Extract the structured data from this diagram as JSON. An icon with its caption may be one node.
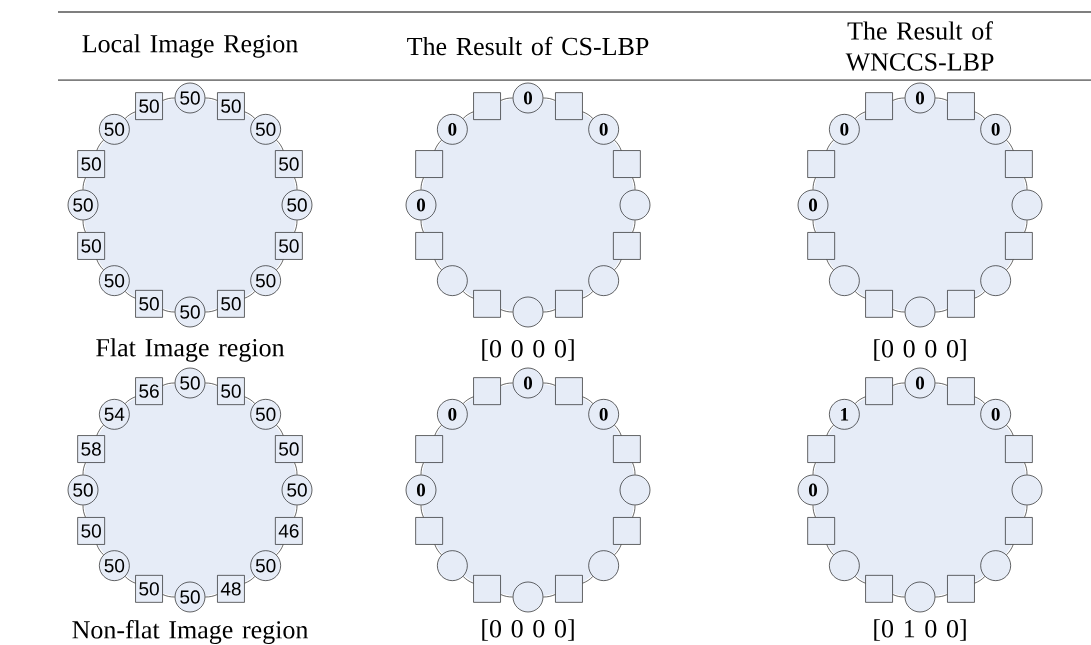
{
  "diagram": {
    "nodes": [
      {
        "text": [
          "50"
        ]
      },
      {
        "text": [
          "50"
        ]
      },
      {
        "text": [
          "50"
        ]
      },
      {
        "text": [
          "50"
        ]
      },
      {
        "text": [
          "50"
        ]
      },
      {
        "text": [
          "50"
        ]
      },
      {
        "text": [
          "50"
        ]
      },
      {
        "text": [
          "50"
        ]
      },
      {
        "text": [
          "50"
        ]
      },
      {
        "text": [
          "50"
        ]
      },
      {
        "text": [
          "50"
        ]
      },
      {
        "text": [
          "50"
        ]
      },
      {
        "text": [
          "50"
        ]
      },
      {
        "text": [
          "50"
        ]
      },
      {
        "text": [
          "50"
        ]
      },
      {
        "text": [
          "50"
        ]
      },
      {
        "text": [
          "0"
        ]
      },
      {
        "text": [],
        "shape": "box"
      },
      {
        "text": [
          "0"
        ]
      },
      {
        "text": [],
        "shape": "box"
      },
      {
        "text": [],
        "shape": "circle"
      },
      {
        "text": [],
        "shape": "box"
      },
      {
        "text": [],
        "shape": "circle"
      },
      {
        "text": [],
        "shape": "box"
      },
      {
        "text": [],
        "shape": "circle"
      },
      {
        "text": [],
        "shape": "box"
      },
      {
        "text": [],
        "shape": "circle"
      },
      {
        "text": [],
        "shape": "box"
      },
      {
        "text": [
          "0"
        ]
      },
      {
        "text": [],
        "shape": "box"
      },
      {
        "text": [
          "0"
        ]
      },
      {
        "text": [],
        "shape": "box"
      },
      {
        "text": [
          "0"
        ]
      },
      {
        "text": [],
        "shape": "box"
      },
      {
        "text": [
          "0"
        ]
      },
      {
        "text": [],
        "shape": "box"
      },
      {
        "text": [],
        "shape": "circle"
      },
      {
        "text": [],
        "shape": "box"
      },
      {
        "text": [],
        "shape": "circle"
      },
      {
        "text": [],
        "shape": "box"
      },
      {
        "text": [],
        "shape": "circle"
      },
      {
        "text": [],
        "shape": "box"
      },
      {
        "text": [],
        "shape": "circle"
      },
      {
        "text": [],
        "shape": "box"
      },
      {
        "text": [
          "0"
        ]
      },
      {
        "text": [],
        "shape": "box"
      },
      {
        "text": [
          "0"
        ]
      },
      {
        "text": [],
        "shape": "box"
      },
      {
        "text": [
          "50"
        ]
      },
      {
        "text": [
          "50"
        ]
      },
      {
        "text": [
          "50"
        ]
      },
      {
        "text": [
          "50"
        ]
      },
      {
        "text": [
          "50"
        ]
      },
      {
        "text": [
          "46"
        ]
      },
      {
        "text": [
          "50"
        ]
      },
      {
        "text": [
          "48"
        ]
      },
      {
        "text": [
          "50"
        ]
      },
      {
        "text": [
          "50"
        ]
      },
      {
        "text": [
          "50"
        ]
      },
      {
        "text": [
          "50"
        ]
      },
      {
        "text": [
          "50"
        ]
      },
      {
        "text": [
          "58"
        ]
      },
      {
        "text": [
          "54"
        ]
      },
      {
        "text": [
          "56"
        ]
      },
      {
        "text": [
          "0"
        ]
      },
      {
        "text": [],
        "shape": "box"
      },
      {
        "text": [
          "0"
        ]
      },
      {
        "text": [],
        "shape": "box"
      },
      {
        "text": [],
        "shape": "circle"
      },
      {
        "text": [],
        "shape": "box"
      },
      {
        "text": [],
        "shape": "circle"
      },
      {
        "text": [],
        "shape": "box"
      },
      {
        "text": [],
        "shape": "circle"
      },
      {
        "text": [],
        "shape": "box"
      },
      {
        "text": [],
        "shape": "circle"
      },
      {
        "text": [],
        "shape": "box"
      },
      {
        "text": [
          "0"
        ]
      },
      {
        "text": [],
        "shape": "box"
      },
      {
        "text": [
          "0"
        ]
      },
      {
        "text": [],
        "shape": "box"
      },
      {
        "text": [
          "0"
        ]
      },
      {
        "text": [],
        "shape": "box"
      },
      {
        "text": [
          "0"
        ]
      },
      {
        "text": [],
        "shape": "box"
      },
      {
        "text": [],
        "shape": "circle"
      },
      {
        "text": [],
        "shape": "box"
      },
      {
        "text": [],
        "shape": "circle"
      },
      {
        "text": [],
        "shape": "box"
      },
      {
        "text": [],
        "shape": "circle"
      },
      {
        "text": [],
        "shape": "box"
      },
      {
        "text": [],
        "shape": "circle"
      },
      {
        "text": [],
        "shape": "box"
      },
      {
        "text": [
          "0"
        ]
      },
      {
        "text": [],
        "shape": "box"
      },
      {
        "text": [
          "1"
        ]
      },
      {
        "text": [],
        "shape": "box"
      }
    ],
    "edges": [
      {
        "from": 0,
        "to": 1,
        "arrow": "none"
      },
      {
        "from": 1,
        "to": 2,
        "arrow": "none"
      },
      {
        "from": 2,
        "to": 3,
        "arrow": "none"
      },
      {
        "from": 3,
        "to": 4,
        "arrow": "none"
      },
      {
        "from": 4,
        "to": 5,
        "arrow": "none"
      },
      {
        "from": 5,
        "to": 6,
        "arrow": "none"
      },
      {
        "from": 6,
        "to": 7,
        "arrow": "none"
      },
      {
        "from": 7,
        "to": 8,
        "arrow": "none"
      },
      {
        "from": 8,
        "to": 9,
        "arrow": "none"
      },
      {
        "from": 9,
        "to": 10,
        "arrow": "none"
      },
      {
        "from": 10,
        "to": 11,
        "arrow": "none"
      },
      {
        "from": 11,
        "to": 12,
        "arrow": "none"
      },
      {
        "from": 12,
        "to": 13,
        "arrow": "none"
      },
      {
        "from": 13,
        "to": 14,
        "arrow": "none"
      },
      {
        "from": 14,
        "to": 15,
        "arrow": "none"
      },
      {
        "from": 15,
        "to": 0,
        "arrow": "none"
      },
      {
        "from": 16,
        "to": 17,
        "arrow": "none"
      },
      {
        "from": 17,
        "to": 18,
        "arrow": "none"
      },
      {
        "from": 18,
        "to": 19,
        "arrow": "none"
      },
      {
        "from": 19,
        "to": 20,
        "arrow": "none"
      },
      {
        "from": 20,
        "to": 21,
        "arrow": "none"
      },
      {
        "from": 21,
        "to": 22,
        "arrow": "none"
      },
      {
        "from": 22,
        "to": 23,
        "arrow": "none"
      },
      {
        "from": 23,
        "to": 24,
        "arrow": "none"
      },
      {
        "from": 24,
        "to": 25,
        "arrow": "none"
      },
      {
        "from": 25,
        "to": 26,
        "arrow": "none"
      },
      {
        "from": 26,
        "to": 27,
        "arrow": "none"
      },
      {
        "from": 27,
        "to": 28,
        "arrow": "none"
      },
      {
        "from": 28,
        "to": 29,
        "arrow": "none"
      },
      {
        "from": 29,
        "to": 30,
        "arrow": "none"
      },
      {
        "from": 30,
        "to": 31,
        "arrow": "none"
      },
      {
        "from": 31,
        "to": 16,
        "arrow": "none"
      },
      {
        "from": 32,
        "to": 33,
        "arrow": "none"
      },
      {
        "from": 33,
        "to": 34,
        "arrow": "none"
      },
      {
        "from": 34,
        "to": 35,
        "arrow": "none"
      },
      {
        "from": 35,
        "to": 36,
        "arrow": "none"
      },
      {
        "from": 36,
        "to": 37,
        "arrow": "none"
      },
      {
        "from": 37,
        "to": 38,
        "arrow": "none"
      },
      {
        "from": 38,
        "to": 39,
        "arrow": "none"
      },
      {
        "from": 39,
        "to": 40,
        "arrow": "none"
      },
      {
        "from": 40,
        "to": 41,
        "arrow": "none"
      },
      {
        "from": 41,
        "to": 42,
        "arrow": "none"
      },
      {
        "from": 42,
        "to": 43,
        "arrow": "none"
      },
      {
        "from": 43,
        "to": 44,
        "arrow": "none"
      },
      {
        "from": 44,
        "to": 45,
        "arrow": "none"
      },
      {
        "from": 45,
        "to": 46,
        "arrow": "none"
      },
      {
        "from": 46,
        "to": 47,
        "arrow": "none"
      },
      {
        "from": 47,
        "to": 32,
        "arrow": "none"
      },
      {
        "from": 48,
        "to": 49,
        "arrow": "none"
      },
      {
        "from": 49,
        "to": 50,
        "arrow": "none"
      },
      {
        "from": 50,
        "to": 51,
        "arrow": "none"
      },
      {
        "from": 51,
        "to": 52,
        "arrow": "none"
      },
      {
        "from": 52,
        "to": 53,
        "arrow": "none"
      },
      {
        "from": 53,
        "to": 54,
        "arrow": "none"
      },
      {
        "from": 54,
        "to": 55,
        "arrow": "none"
      },
      {
        "from": 55,
        "to": 56,
        "arrow": "none"
      },
      {
        "from": 56,
        "to": 57,
        "arrow": "none"
      },
      {
        "from": 57,
        "to": 58,
        "arrow": "none"
      },
      {
        "from": 58,
        "to": 59,
        "arrow": "none"
      },
      {
        "from": 59,
        "to": 60,
        "arrow": "none"
      },
      {
        "from": 60,
        "to": 61,
        "arrow": "none"
      },
      {
        "from": 61,
        "to": 62,
        "arrow": "none"
      },
      {
        "from": 62,
        "to": 63,
        "arrow": "none"
      },
      {
        "from": 63,
        "to": 48,
        "arrow": "none"
      },
      {
        "from": 64,
        "to": 65,
        "arrow": "none"
      },
      {
        "from": 65,
        "to": 66,
        "arrow": "none"
      },
      {
        "from": 66,
        "to": 67,
        "arrow": "none"
      },
      {
        "from": 67,
        "to": 68,
        "arrow": "none"
      },
      {
        "from": 68,
        "to": 69,
        "arrow": "none"
      },
      {
        "from": 69,
        "to": 70,
        "arrow": "none"
      },
      {
        "from": 70,
        "to": 71,
        "arrow": "none"
      },
      {
        "from": 71,
        "to": 72,
        "arrow": "none"
      },
      {
        "from": 72,
        "to": 73,
        "arrow": "none"
      },
      {
        "from": 73,
        "to": 74,
        "arrow": "none"
      },
      {
        "from": 74,
        "to": 75,
        "arrow": "none"
      },
      {
        "from": 75,
        "to": 76,
        "arrow": "none"
      },
      {
        "from": 76,
        "to": 77,
        "arrow": "none"
      },
      {
        "from": 77,
        "to": 78,
        "arrow": "none"
      },
      {
        "from": 78,
        "to": 79,
        "arrow": "none"
      },
      {
        "from": 79,
        "to": 64,
        "arrow": "none"
      },
      {
        "from": 80,
        "to": 81,
        "arrow": "none"
      },
      {
        "from": 81,
        "to": 82,
        "arrow": "none"
      },
      {
        "from": 82,
        "to": 83,
        "arrow": "none"
      },
      {
        "from": 83,
        "to": 84,
        "arrow": "none"
      },
      {
        "from": 84,
        "to": 85,
        "arrow": "none"
      },
      {
        "from": 85,
        "to": 86,
        "arrow": "none"
      },
      {
        "from": 86,
        "to": 87,
        "arrow": "none"
      },
      {
        "from": 87,
        "to": 88,
        "arrow": "none"
      },
      {
        "from": 88,
        "to": 89,
        "arrow": "none"
      },
      {
        "from": 89,
        "to": 90,
        "arrow": "none"
      },
      {
        "from": 90,
        "to": 91,
        "arrow": "none"
      },
      {
        "from": 91,
        "to": 92,
        "arrow": "none"
      },
      {
        "from": 92,
        "to": 93,
        "arrow": "none"
      },
      {
        "from": 93,
        "to": 94,
        "arrow": "none"
      },
      {
        "from": 94,
        "to": 95,
        "arrow": "none"
      },
      {
        "from": 95,
        "to": 80,
        "arrow": "none"
      }
    ],
    "labels": [
      "Local Image Region",
      "The Result of CS-LBP",
      "The Result of WNCCS-LBP",
      "Flat Image region",
      "[0 0 0 0]",
      "[0 0 0 0]",
      "Non-flat Image region",
      "[0 0 0 0]",
      "[0 1 0 0]"
    ]
  }
}
